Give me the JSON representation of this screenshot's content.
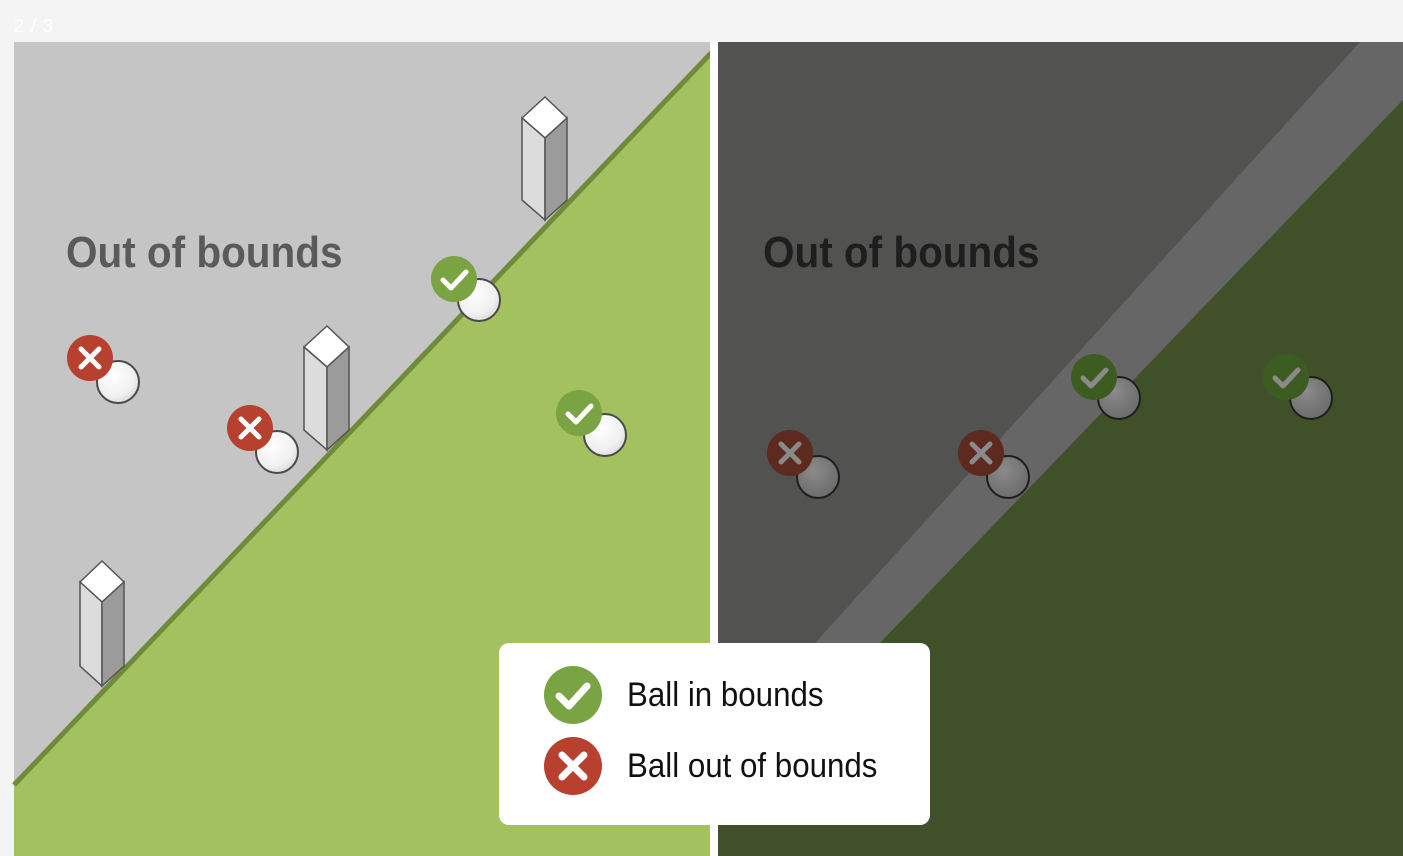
{
  "slide_counter": "2 / 3",
  "panels": {
    "left": {
      "title": "Out of bounds"
    },
    "right": {
      "title": "Out of bounds"
    }
  },
  "legend": {
    "in_label": "Ball in bounds",
    "out_label": "Ball out of bounds"
  },
  "colors": {
    "grass": "#a3c15f",
    "boundary_line": "#6d8b3a",
    "out_area": "#c4c5c4",
    "out_area_dark": "#525251",
    "grass_dark": "#405129",
    "in_badge": "#7aa343",
    "out_badge": "#b8402f"
  },
  "icons": [
    "check-icon",
    "x-icon",
    "golf-ball-icon",
    "boundary-stake-icon"
  ]
}
